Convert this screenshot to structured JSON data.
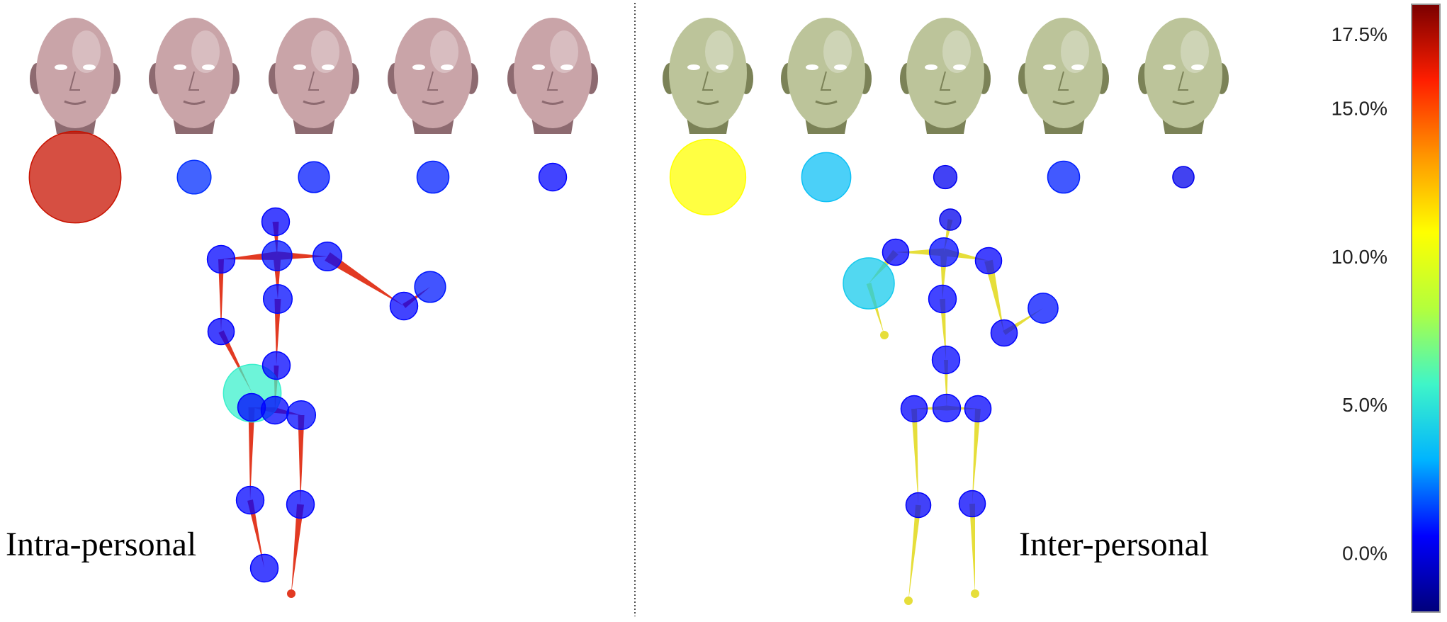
{
  "panels": [
    {
      "id": "intra",
      "label": "Intra-personal",
      "face_color": "#c9a4a8",
      "face_shadow": "#8d6a70",
      "bone_color": "#e23a22",
      "faces": [
        {
          "name": "face-1",
          "error_pct": 17.0
        },
        {
          "name": "face-2",
          "error_pct": 1.2
        },
        {
          "name": "face-3",
          "error_pct": 0.9
        },
        {
          "name": "face-4",
          "error_pct": 1.0
        },
        {
          "name": "face-5",
          "error_pct": 0.6
        }
      ],
      "joints": [
        {
          "name": "head",
          "error_pct": 0.6
        },
        {
          "name": "neck",
          "error_pct": 0.8
        },
        {
          "name": "right-shoulder",
          "error_pct": 0.6
        },
        {
          "name": "left-shoulder",
          "error_pct": 0.7
        },
        {
          "name": "right-elbow",
          "error_pct": 0.5
        },
        {
          "name": "right-wrist",
          "error_pct": 5.5
        },
        {
          "name": "left-elbow",
          "error_pct": 0.6
        },
        {
          "name": "left-hand",
          "error_pct": 0.9
        },
        {
          "name": "spine-upper",
          "error_pct": 0.7
        },
        {
          "name": "spine-lower",
          "error_pct": 0.6
        },
        {
          "name": "pelvis",
          "error_pct": 0.6
        },
        {
          "name": "right-hip",
          "error_pct": 0.6
        },
        {
          "name": "left-hip",
          "error_pct": 0.7
        },
        {
          "name": "right-knee",
          "error_pct": 0.6
        },
        {
          "name": "left-knee",
          "error_pct": 0.6
        },
        {
          "name": "right-ankle",
          "error_pct": 0.6
        },
        {
          "name": "left-ankle",
          "error_pct": 0.0
        }
      ]
    },
    {
      "id": "inter",
      "label": "Inter-personal",
      "face_color": "#bcc49a",
      "face_shadow": "#7b8257",
      "bone_color": "#e6de3a",
      "faces": [
        {
          "name": "face-1",
          "error_pct": 10.8
        },
        {
          "name": "face-2",
          "error_pct": 3.6
        },
        {
          "name": "face-3",
          "error_pct": 0.3
        },
        {
          "name": "face-4",
          "error_pct": 1.0
        },
        {
          "name": "face-5",
          "error_pct": 0.2
        }
      ],
      "joints": [
        {
          "name": "head",
          "error_pct": 0.2
        },
        {
          "name": "neck",
          "error_pct": 0.7
        },
        {
          "name": "right-shoulder",
          "error_pct": 0.5
        },
        {
          "name": "left-shoulder",
          "error_pct": 0.5
        },
        {
          "name": "right-elbow",
          "error_pct": 4.0
        },
        {
          "name": "right-wrist",
          "error_pct": 0.0
        },
        {
          "name": "left-elbow",
          "error_pct": 0.5
        },
        {
          "name": "left-hand",
          "error_pct": 0.8
        },
        {
          "name": "spine-upper",
          "error_pct": 0.6
        },
        {
          "name": "spine-lower",
          "error_pct": 0.6
        },
        {
          "name": "pelvis",
          "error_pct": 0.6
        },
        {
          "name": "right-hip",
          "error_pct": 0.5
        },
        {
          "name": "left-hip",
          "error_pct": 0.5
        },
        {
          "name": "right-knee",
          "error_pct": 0.4
        },
        {
          "name": "left-knee",
          "error_pct": 0.5
        },
        {
          "name": "right-ankle",
          "error_pct": 0.0
        },
        {
          "name": "left-ankle",
          "error_pct": 0.0
        }
      ]
    }
  ],
  "colorbar": {
    "min_pct": -2.0,
    "max_pct": 18.5,
    "ticks": [
      {
        "value": 17.5,
        "label": "17.5%"
      },
      {
        "value": 15.0,
        "label": "15.0%"
      },
      {
        "value": 10.0,
        "label": "10.0%"
      },
      {
        "value": 5.0,
        "label": "5.0%"
      },
      {
        "value": 0.0,
        "label": "0.0%"
      }
    ],
    "stops": [
      "#00007a",
      "#0000ff",
      "#00b4ff",
      "#3ff5c8",
      "#b4ff3c",
      "#ffff00",
      "#ff9600",
      "#ff1e00",
      "#7a0000"
    ]
  }
}
